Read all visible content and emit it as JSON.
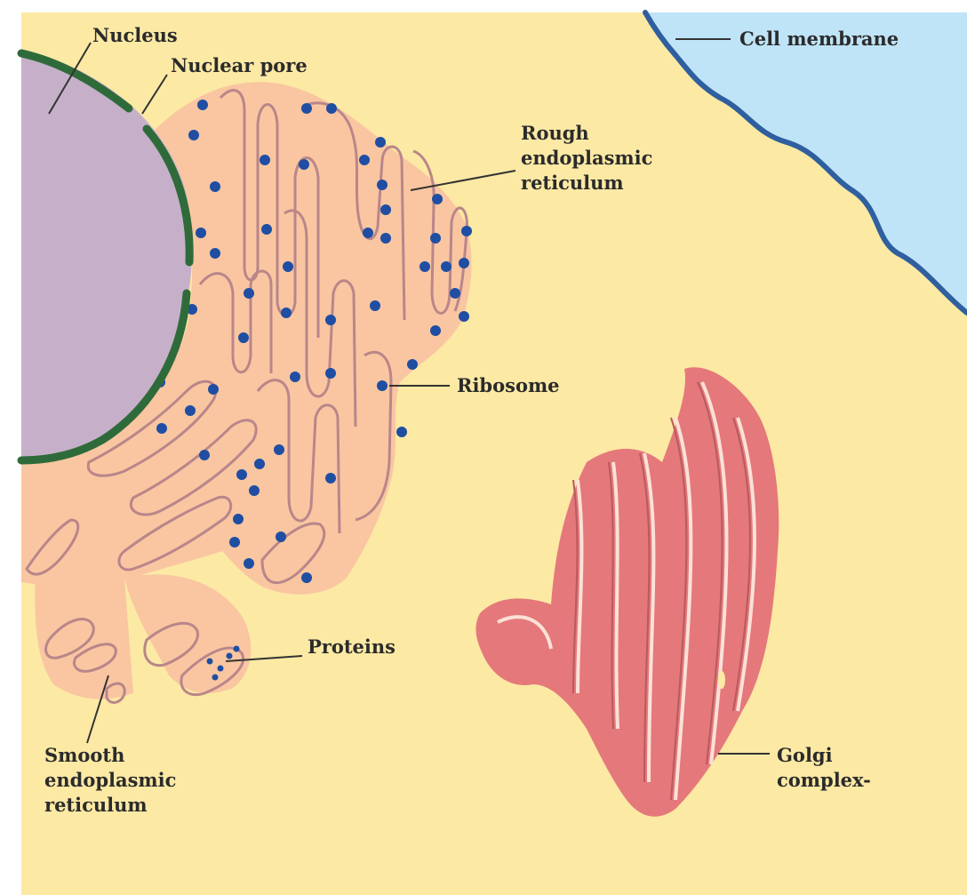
{
  "labels": {
    "nucleus": "Nucleus",
    "nuclear_pore": "Nuclear pore",
    "cell_membrane": "Cell membrane",
    "rough_er": [
      "Rough",
      "endoplasmic",
      "reticulum"
    ],
    "ribosome": "Ribosome",
    "proteins": "Proteins",
    "smooth_er": [
      "Smooth",
      "endoplasmic",
      "reticulum"
    ],
    "golgi": [
      "Golgi",
      "complex-"
    ]
  },
  "colors": {
    "cytoplasm": "#fce9a4",
    "extracellular": "#bfe4f7",
    "membrane": "#2f5f9f",
    "nucleus": "#c6b0c9",
    "nuclear_envelope": "#2f6b3a",
    "er": "#f9c6a1",
    "er_outline": "#b9868a",
    "ribosome": "#1f4ea3",
    "golgi": "#e5787a",
    "golgi_outline": "#b85a5e",
    "leader_line": "#333333"
  }
}
